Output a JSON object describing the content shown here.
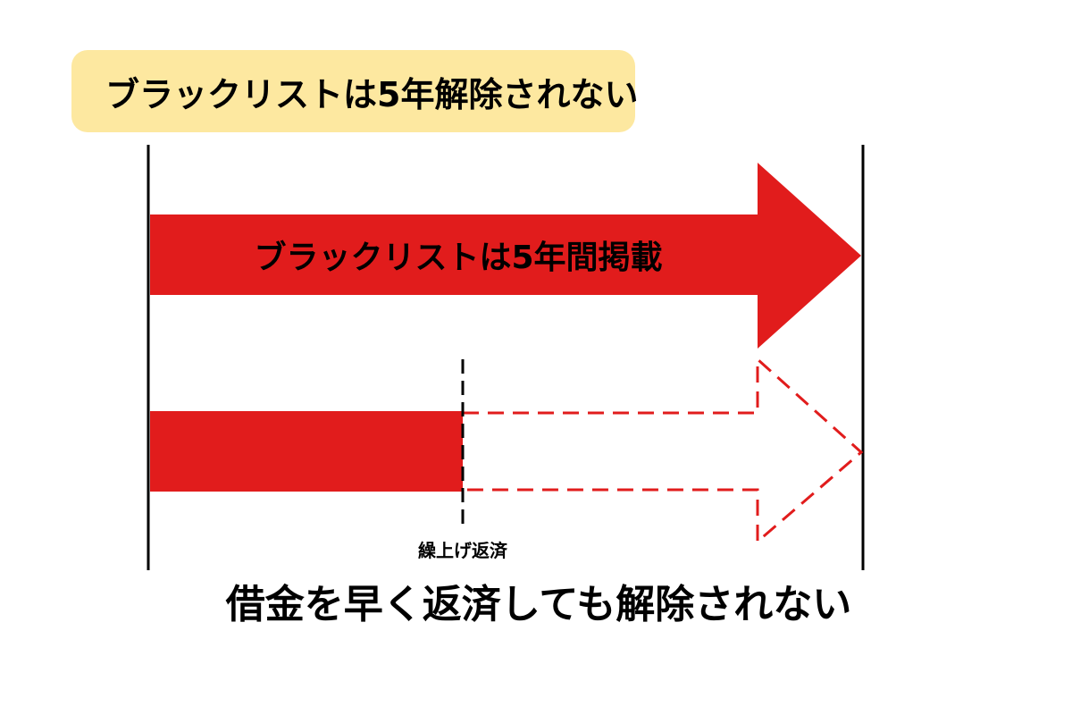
{
  "title": "ブラックリストは5年解除されない",
  "arrow_label": "ブラックリストは5年間掲載",
  "marker_label": "繰上げ返済",
  "caption": "借金を早く返済しても解除されない",
  "colors": {
    "accent_red": "#e11c1c",
    "title_bg": "#fde8a0",
    "line": "#000000"
  }
}
